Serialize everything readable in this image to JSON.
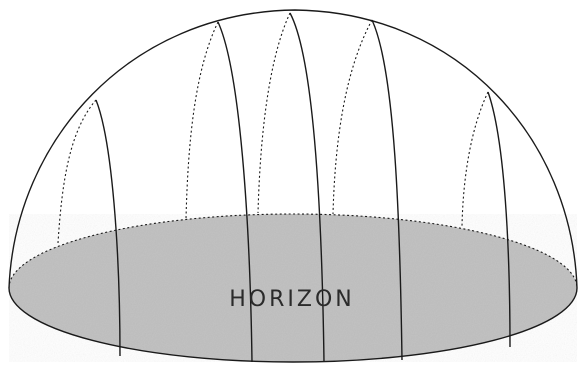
{
  "diagram": {
    "horizon_label": "HORIZON",
    "colors": {
      "background": "#ffffff",
      "ink": "#1a1a1a",
      "horizon_fill": "#bdbdbd"
    },
    "elements": [
      "celestial-dome",
      "horizon-plane",
      "vertical-circles"
    ]
  }
}
